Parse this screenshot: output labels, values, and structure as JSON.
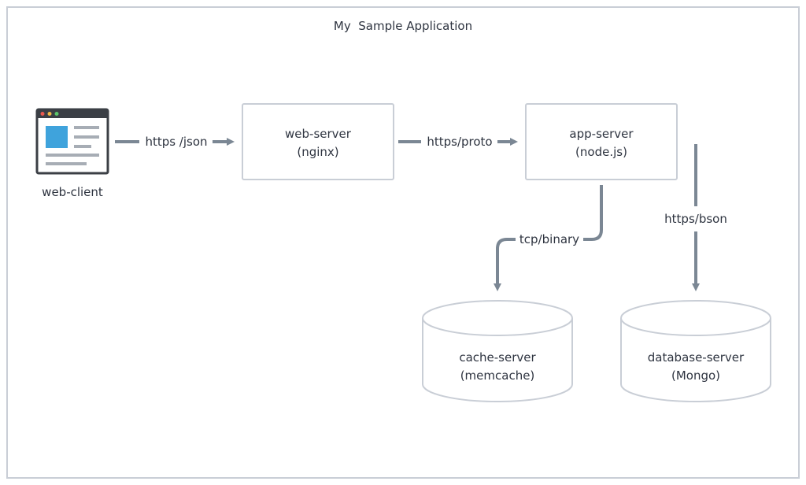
{
  "diagram": {
    "title": "My  Sample Application",
    "nodes": {
      "web_client": {
        "label": "web-client"
      },
      "web_server": {
        "line1": "web-server",
        "line2": "(nginx)"
      },
      "app_server": {
        "line1": "app-server",
        "line2": "(node.js)"
      },
      "cache_server": {
        "line1": "cache-server",
        "line2": "(memcache)"
      },
      "database_server": {
        "line1": "database-server",
        "line2": "(Mongo)"
      }
    },
    "edges": {
      "client_to_web": {
        "from": "web-client",
        "to": "web-server",
        "label": "https /json"
      },
      "web_to_app": {
        "from": "web-server",
        "to": "app-server",
        "label": "https/proto"
      },
      "app_to_cache": {
        "from": "app-server",
        "to": "cache-server",
        "label": "tcp/binary"
      },
      "app_to_db": {
        "from": "app-server",
        "to": "database-server",
        "label": "https/bson"
      }
    },
    "colors": {
      "edge": "#7b8794",
      "border": "#c9ced6",
      "text": "#2e3440",
      "window_bar": "#3b3f45",
      "window_accent": "#3fa3dc",
      "dot_red": "#e9594f",
      "dot_yellow": "#f2b844",
      "dot_green": "#5cc46a"
    },
    "icons": {
      "web_client": "browser-window-icon"
    }
  }
}
